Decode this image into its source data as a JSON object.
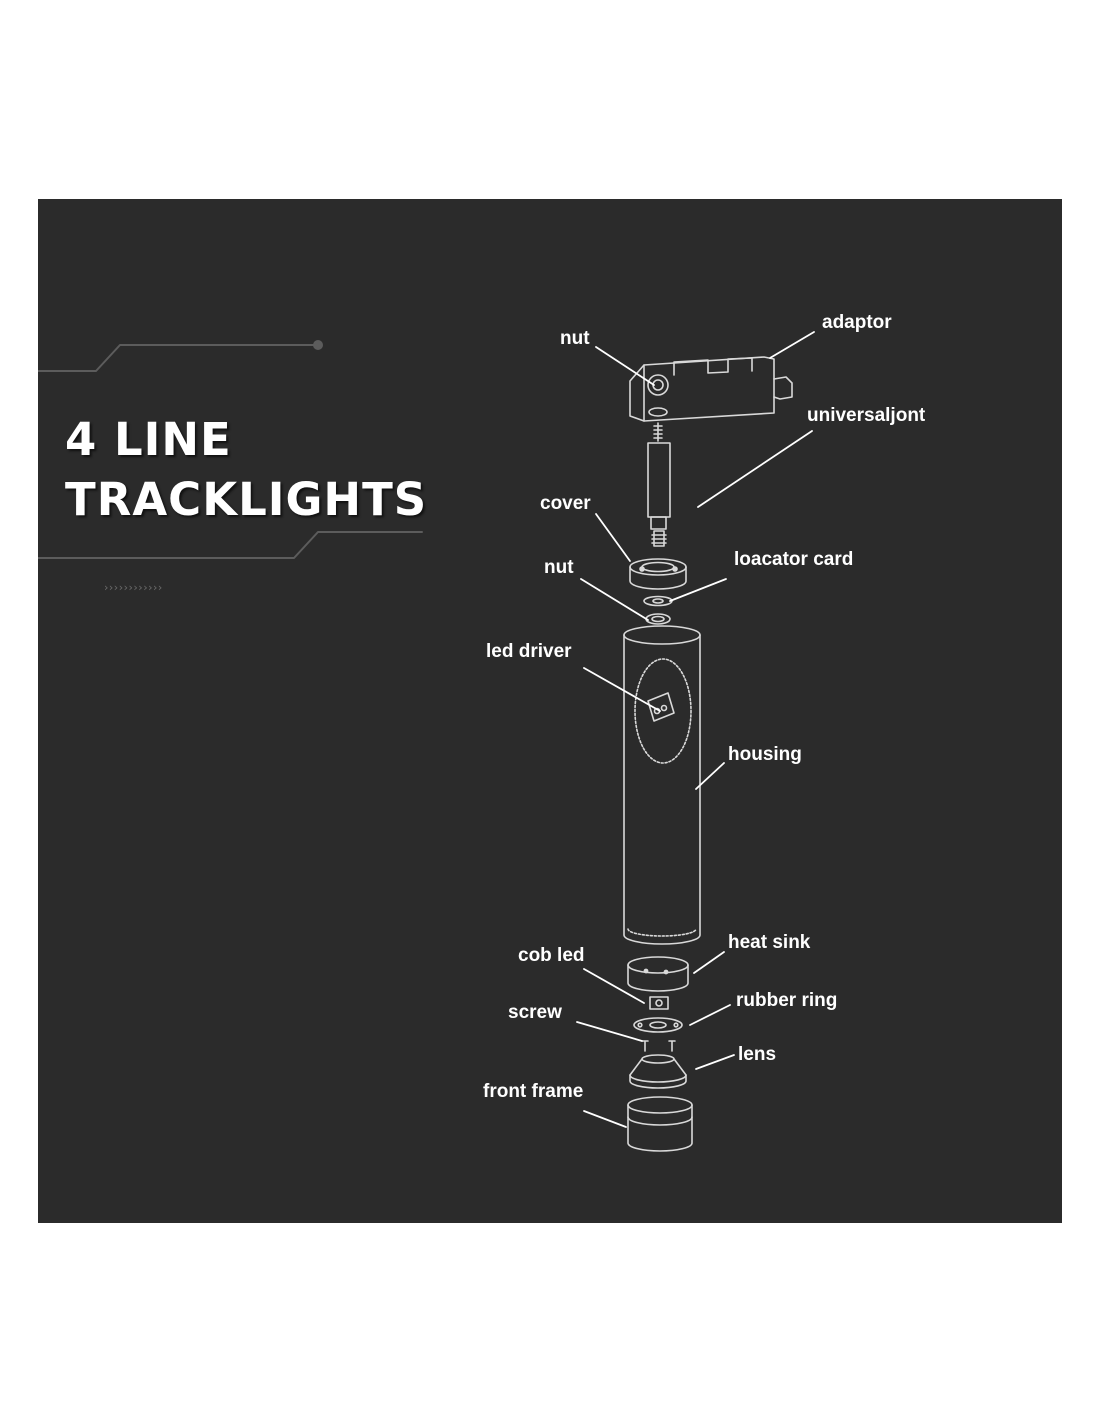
{
  "title": {
    "line1": "4 LINE",
    "line2": "TRACKLIGHTS"
  },
  "decoration": {
    "chevrons": "››››››››››››"
  },
  "labels": {
    "nut_top": "nut",
    "adaptor": "adaptor",
    "universal_joint": "universaljont",
    "cover": "cover",
    "locator_card": "loacator card",
    "nut_mid": "nut",
    "led_driver": "led  driver",
    "housing": "housing",
    "heat_sink": "heat sink",
    "cob_led": "cob led",
    "rubber_ring": "rubber ring",
    "screw": "screw",
    "lens": "lens",
    "front_frame": "front  frame"
  },
  "colors": {
    "panel_background": "#2b2b2b",
    "page_background": "#ffffff",
    "text": "#ffffff",
    "line_art": "#d9d9d9",
    "accent_lines": "#5c5c5c"
  }
}
